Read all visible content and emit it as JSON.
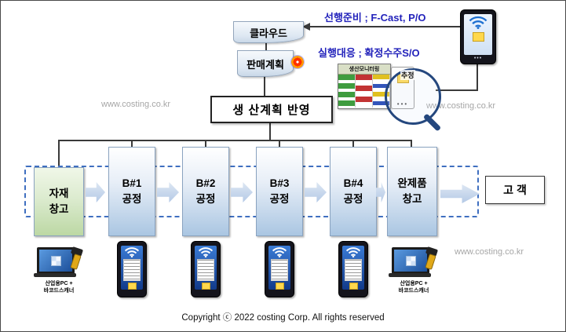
{
  "diagram": {
    "cloud": "클라우드",
    "sales_plan": "판매계획",
    "annotation_preparation": "선행준비 ; F-Cast, P/O",
    "annotation_execution": "실행대응 ; 확정수주S/O",
    "monitoring_title": "생산모니터링",
    "magnifier_tag": "추정",
    "plan_reflection": "생 산계획 반영",
    "customer": "고 객",
    "boxes": [
      {
        "line1": "자재",
        "line2": "창고"
      },
      {
        "line1": "B#1",
        "line2": "공정"
      },
      {
        "line1": "B#2",
        "line2": "공정"
      },
      {
        "line1": "B#3",
        "line2": "공정"
      },
      {
        "line1": "B#4",
        "line2": "공정"
      },
      {
        "line1": "완제품",
        "line2": "창고"
      }
    ],
    "device_label": {
      "line1": "산업용PC +",
      "line2": "바코드스캐너"
    }
  },
  "watermark": "www.costing.co.kr",
  "footer_copyright": "Copyright ⓒ 2022 costing Corp. All rights reserved",
  "colors": {
    "annotation_blue": "#2323bb",
    "dashed_border_blue": "#3f6fc0",
    "process_fill_bottom": "#aac6e2",
    "warehouse_green_fill": "#bcd8a4"
  }
}
